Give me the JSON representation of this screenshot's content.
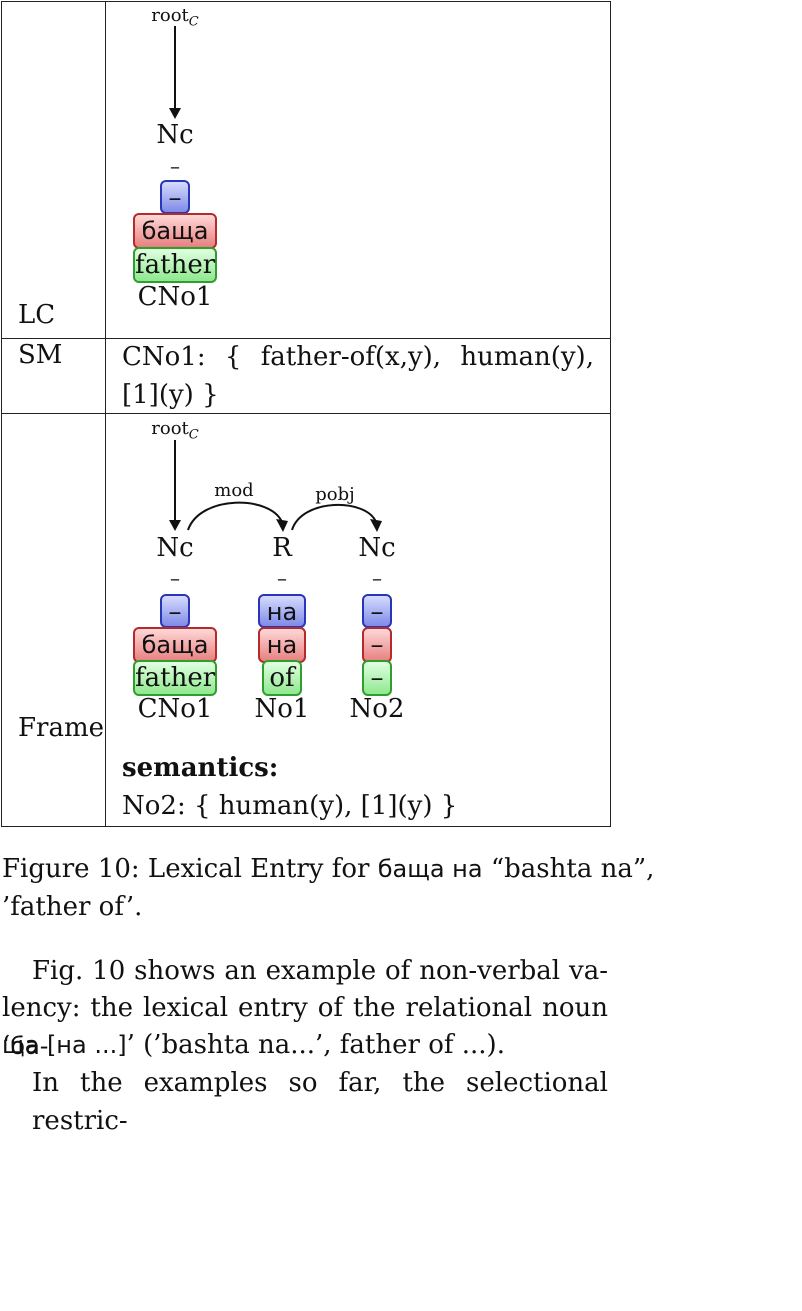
{
  "table": {
    "row_labels": {
      "lc": "LC",
      "sm": "SM",
      "frame": "Frame"
    },
    "lc": {
      "root": "root",
      "root_sub": "C",
      "node": "Nc",
      "dash": "–",
      "blue": "–",
      "red": "баща",
      "green": "father",
      "id": "CNo1"
    },
    "sm": {
      "line1_a": "CNo1:",
      "line1_b": "{",
      "line1_c": "father-of(x,y),",
      "line1_d": "human(y),",
      "line2": "[1](y) }"
    },
    "frame": {
      "root": "root",
      "root_sub": "C",
      "arc_mod": "mod",
      "arc_pobj": "pobj",
      "nodes": [
        {
          "label": "Nc",
          "dash": "–",
          "blue": "–",
          "red": "баща",
          "green": "father",
          "id": "CNo1"
        },
        {
          "label": "R",
          "dash": "–",
          "blue": "на",
          "red": "на",
          "green": "of",
          "id": "No1"
        },
        {
          "label": "Nc",
          "dash": "–",
          "blue": "–",
          "red": "–",
          "green": "–",
          "id": "No2"
        }
      ],
      "semantics_label": "semantics:",
      "semantics_text": "No2: { human(y), [1](y) }"
    }
  },
  "caption": {
    "line1_a": "Figure 10: Lexical Entry for",
    "line1_cyr": "баща на",
    "line1_b": "“bashta na”,",
    "line2": "’father of’."
  },
  "body": {
    "p1_l1": "Fig. 10 shows an example of non-verbal va-",
    "p1_l2_a": "lency: the lexical entry of the relational noun ‘",
    "p1_l2_cyr": "ба-",
    "p1_l3_cyr": "ща [на ...]",
    "p1_l3_b": "’ (’bashta na...’, father of ...).",
    "p2_l1": "In the examples so far, the selectional restric-"
  }
}
